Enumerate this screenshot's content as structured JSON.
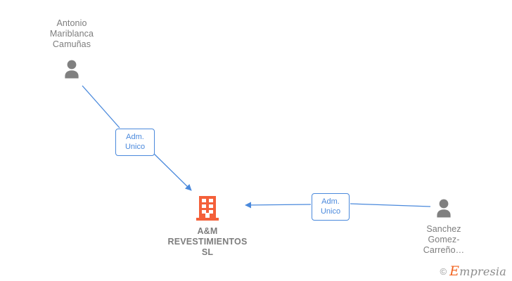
{
  "diagram": {
    "title": "A&M REVESTIMIENTOS SL relationship chart",
    "colors": {
      "edge": "#4a89dc",
      "label_border": "#4a89dc",
      "label_text": "#4a89dc",
      "person_icon": "#808080",
      "company_icon": "#f4603a",
      "node_text": "#7d7d7d",
      "background": "#ffffff"
    }
  },
  "nodes": {
    "person_left": {
      "name": "Antonio Mariblanca Camuñas",
      "label": "Antonio\nMariblanca\nCamuñas",
      "icon": "person-icon"
    },
    "company": {
      "name": "A&M REVESTIMIENTOS SL",
      "label": "A&M\nREVESTIMIENTOS\nSL",
      "icon": "building-icon"
    },
    "person_right": {
      "name": "Sanchez Gomez-Carreño…",
      "label": "Sanchez\nGomez-\nCarreño…",
      "icon": "person-icon"
    }
  },
  "edges": [
    {
      "from": "person_left",
      "to": "company",
      "label": "Adm.\nUnico",
      "direction": "to-company"
    },
    {
      "from": "person_right",
      "to": "company",
      "label": "Adm.\nUnico",
      "direction": "to-company"
    }
  ],
  "watermark": {
    "copyright": "©",
    "brand_lead": "E",
    "brand_rest": "mpresia"
  }
}
